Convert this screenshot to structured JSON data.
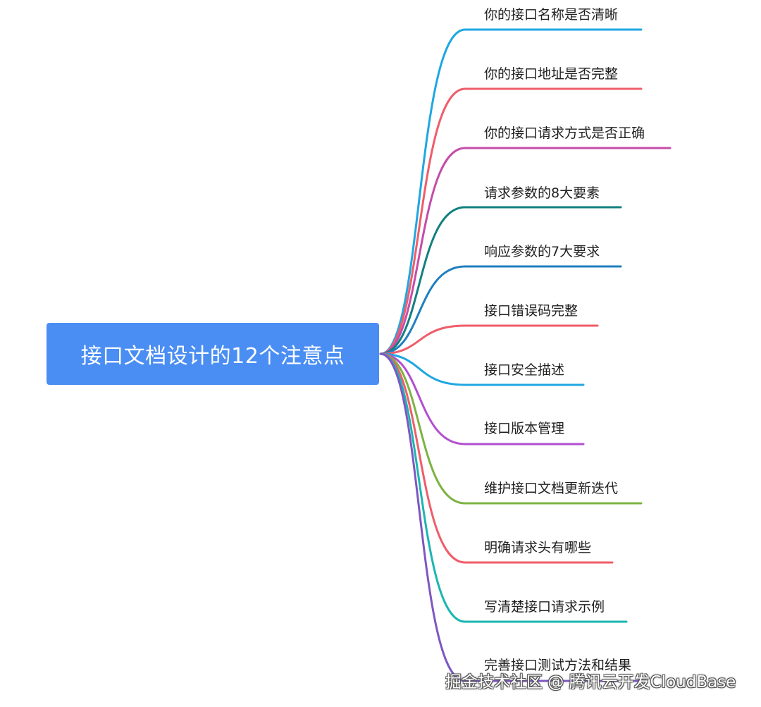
{
  "mindmap": {
    "root": {
      "label": "接口文档设计的12个注意点",
      "color": "#4a8ef3"
    },
    "branches": [
      {
        "label": "你的接口名称是否清晰",
        "color": "#1ea7e1"
      },
      {
        "label": "你的接口地址是否完整",
        "color": "#ef5d6a"
      },
      {
        "label": "你的接口请求方式是否正确",
        "color": "#c44daa"
      },
      {
        "label": "请求参数的8大要素",
        "color": "#128080"
      },
      {
        "label": "响应参数的7大要求",
        "color": "#1f7fbf"
      },
      {
        "label": "接口错误码完整",
        "color": "#ef5d6a"
      },
      {
        "label": "接口安全描述",
        "color": "#1ea7e1"
      },
      {
        "label": "接口版本管理",
        "color": "#b34fd0"
      },
      {
        "label": "维护接口文档更新迭代",
        "color": "#7cb342"
      },
      {
        "label": "明确请求头有哪些",
        "color": "#ef5d6a"
      },
      {
        "label": "写清楚接口请求示例",
        "color": "#1db5b0"
      },
      {
        "label": "完善接口测试方法和结果",
        "color": "#7e57c2"
      }
    ]
  },
  "watermark": {
    "text": "掘金技术社区 @ 腾讯云开发CloudBase"
  }
}
